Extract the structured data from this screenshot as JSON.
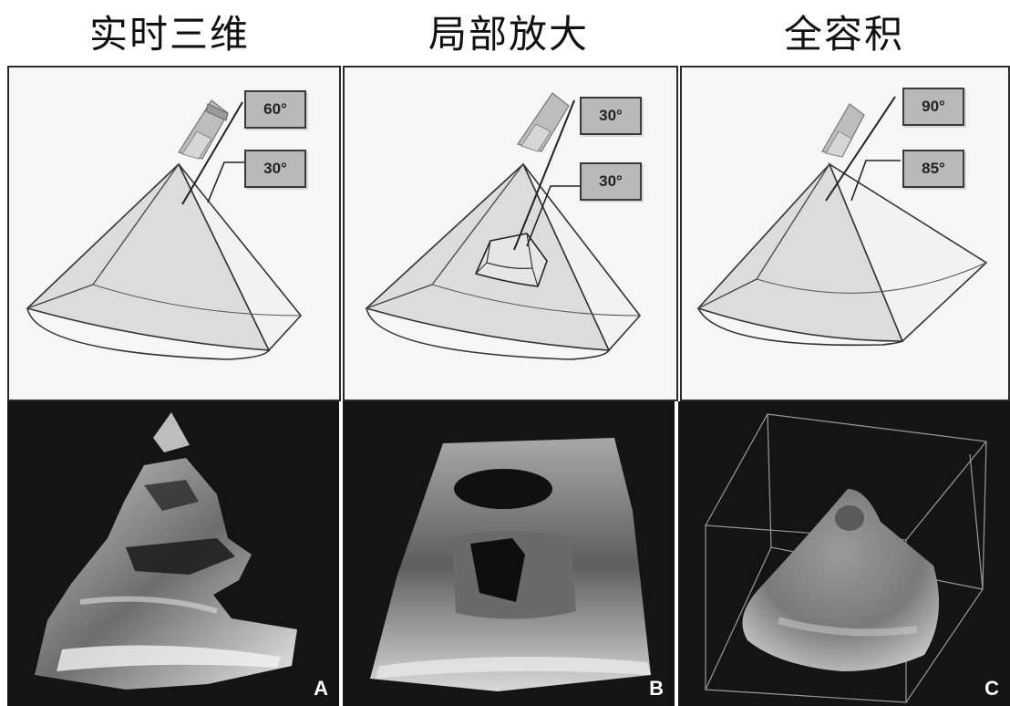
{
  "columns": [
    {
      "title": "实时三维",
      "angle_top": "60°",
      "angle_bottom": "30°",
      "letter": "A"
    },
    {
      "title": "局部放大",
      "angle_top": "30°",
      "angle_bottom": "30°",
      "letter": "B"
    },
    {
      "title": "全容积",
      "angle_top": "90°",
      "angle_bottom": "85°",
      "letter": "C"
    }
  ]
}
